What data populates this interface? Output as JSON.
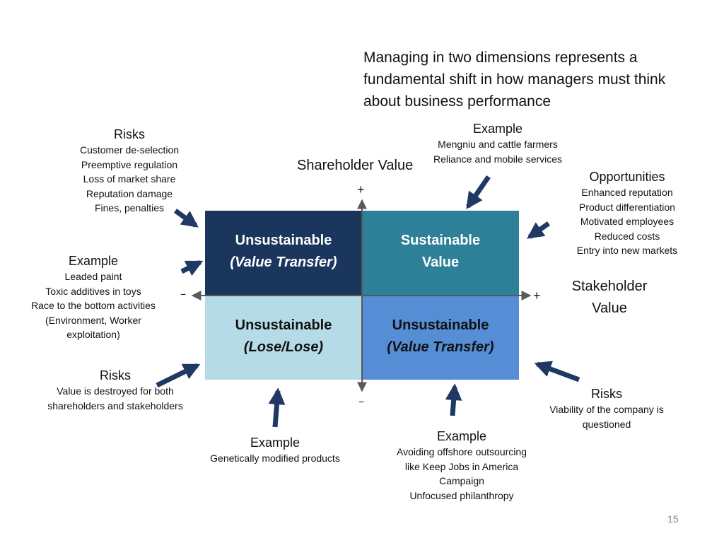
{
  "headline": "Managing in two dimensions represents a fundamental shift in how managers must think about business performance",
  "axes": {
    "y_label": "Shareholder Value",
    "y_plus": "+",
    "y_minus": "−",
    "x_label_line1": "Stakeholder",
    "x_label_line2": "Value",
    "x_plus": "+",
    "x_minus": "−"
  },
  "quadrants": {
    "top_left": {
      "title": "Unsustainable",
      "subtitle": "(Value Transfer)"
    },
    "top_right": {
      "title": "Sustainable",
      "subtitle": "Value"
    },
    "bottom_left": {
      "title": "Unsustainable",
      "subtitle": "(Lose/Lose)"
    },
    "bottom_right": {
      "title": "Unsustainable",
      "subtitle": "(Value Transfer)"
    }
  },
  "risks_top_left": {
    "title": "Risks",
    "items": [
      "Customer de-selection",
      "Preemptive regulation",
      "Loss of market share",
      "Reputation damage",
      "Fines, penalties"
    ]
  },
  "example_left": {
    "title": "Example",
    "items": [
      "Leaded paint",
      "Toxic additives in toys",
      "Race to the bottom activities",
      "(Environment, Worker",
      "exploitation)"
    ]
  },
  "risks_bottom_left": {
    "title": "Risks",
    "items": [
      "Value is destroyed for both",
      "shareholders and stakeholders"
    ]
  },
  "example_top": {
    "title": "Example",
    "items": [
      "Mengniu and cattle farmers",
      "Reliance and mobile services"
    ]
  },
  "opportunities": {
    "title": "Opportunities",
    "items": [
      "Enhanced reputation",
      "Product differentiation",
      "Motivated employees",
      "Reduced costs",
      "Entry into new markets"
    ]
  },
  "risks_bottom_right": {
    "title": "Risks",
    "items": [
      "Viability of the company is",
      "questioned"
    ]
  },
  "example_bottom_left": {
    "title": "Example",
    "items": [
      "Genetically modified products"
    ]
  },
  "example_bottom_right": {
    "title": "Example",
    "items": [
      "Avoiding offshore outsourcing",
      "like Keep Jobs in America",
      "Campaign",
      "Unfocused philanthropy"
    ]
  },
  "page_number": "15",
  "colors": {
    "navy": "#1b365d",
    "teal": "#2e8099",
    "light_blue": "#b4dbe6",
    "medium_blue": "#558ed5",
    "arrow": "#1f3864",
    "axis": "#595959"
  }
}
